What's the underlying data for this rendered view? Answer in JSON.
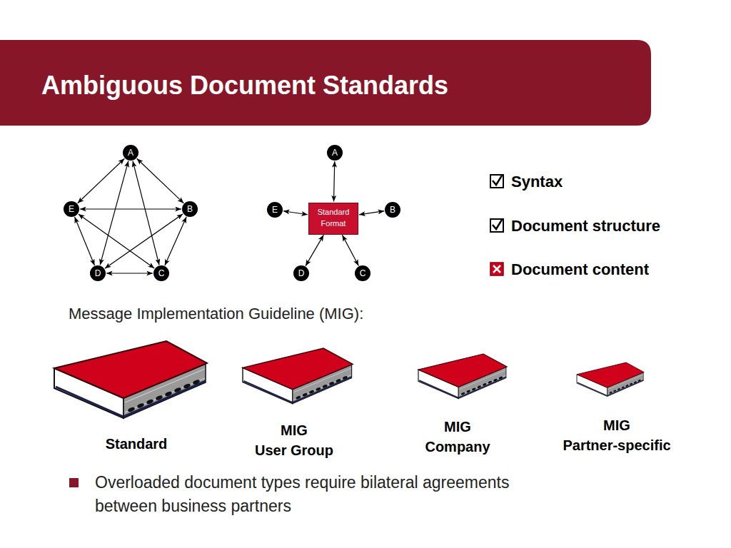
{
  "diagram": {
    "title": "Ambiguous Document Standards",
    "nodes": [
      {
        "text": [
          "A"
        ]
      },
      {
        "text": [
          "B"
        ]
      },
      {
        "text": [
          "C"
        ]
      },
      {
        "text": [
          "D"
        ]
      },
      {
        "text": [
          "E"
        ]
      },
      {
        "text": [
          "A"
        ]
      },
      {
        "text": [
          "B"
        ]
      },
      {
        "text": [
          "C"
        ]
      },
      {
        "text": [
          "D"
        ]
      },
      {
        "text": [
          "E"
        ]
      },
      {
        "text": [
          "Standard Format"
        ]
      }
    ],
    "edges": [
      {
        "from": 0,
        "to": 1,
        "arrow": "both"
      },
      {
        "from": 0,
        "to": 2,
        "arrow": "both"
      },
      {
        "from": 0,
        "to": 3,
        "arrow": "both"
      },
      {
        "from": 0,
        "to": 4,
        "arrow": "both"
      },
      {
        "from": 1,
        "to": 2,
        "arrow": "both"
      },
      {
        "from": 1,
        "to": 3,
        "arrow": "both"
      },
      {
        "from": 1,
        "to": 4,
        "arrow": "both"
      },
      {
        "from": 2,
        "to": 3,
        "arrow": "both"
      },
      {
        "from": 2,
        "to": 4,
        "arrow": "both"
      },
      {
        "from": 3,
        "to": 4,
        "arrow": "both"
      },
      {
        "from": 10,
        "to": 5,
        "arrow": "both"
      },
      {
        "from": 10,
        "to": 6,
        "arrow": "both"
      },
      {
        "from": 10,
        "to": 7,
        "arrow": "both"
      },
      {
        "from": 10,
        "to": 8,
        "arrow": "both"
      },
      {
        "from": 10,
        "to": 9,
        "arrow": "both"
      }
    ],
    "labels": [
      "Syntax",
      "Document structure",
      "Document content",
      "Message Implementation Guideline (MIG):",
      "Standard",
      "MIG",
      "User Group",
      "MIG",
      "Company",
      "MIG",
      "Partner-specific",
      "Overloaded document types require bilateral agreements between business partners"
    ]
  }
}
